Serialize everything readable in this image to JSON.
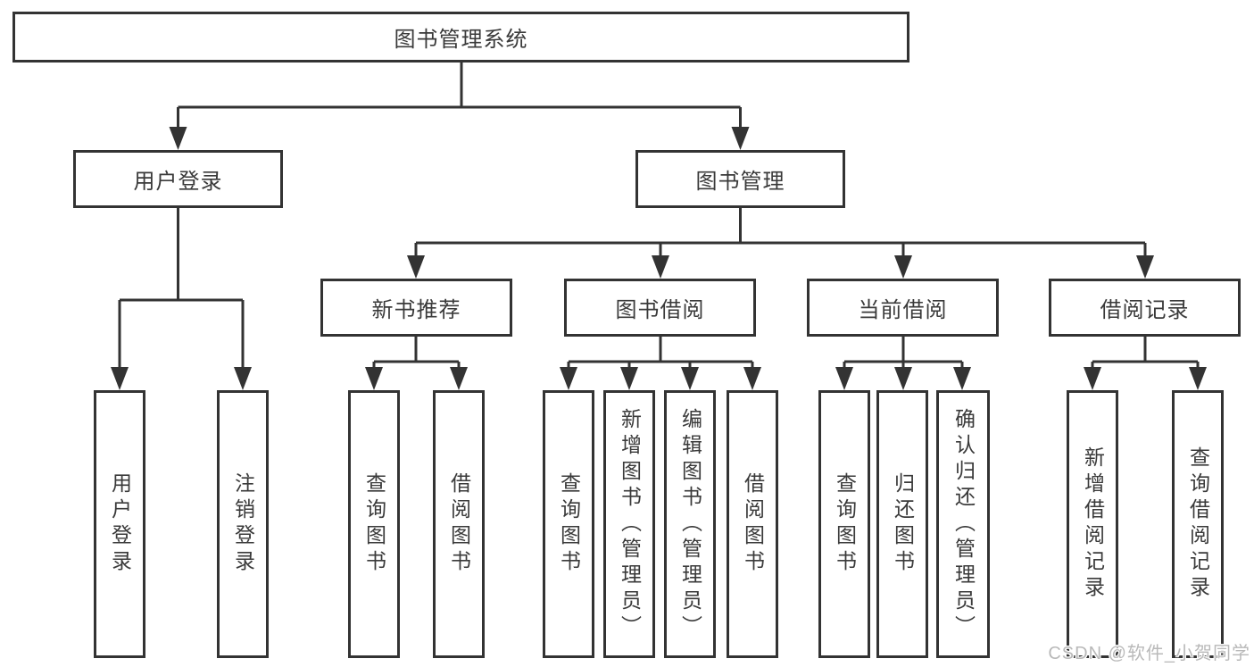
{
  "diagram": {
    "root": {
      "label": "图书管理系统"
    },
    "branches": [
      {
        "label": "用户登录",
        "children": [
          {
            "label": "用户登录"
          },
          {
            "label": "注销登录"
          }
        ]
      },
      {
        "label": "图书管理",
        "children": [
          {
            "label": "新书推荐",
            "children": [
              {
                "label": "查询图书"
              },
              {
                "label": "借阅图书"
              }
            ]
          },
          {
            "label": "图书借阅",
            "children": [
              {
                "label": "查询图书"
              },
              {
                "label": "新增图书（管理员）"
              },
              {
                "label": "编辑图书（管理员）"
              },
              {
                "label": "借阅图书"
              }
            ]
          },
          {
            "label": "当前借阅",
            "children": [
              {
                "label": "查询图书"
              },
              {
                "label": "归还图书"
              },
              {
                "label": "确认归还（管理员）"
              }
            ]
          },
          {
            "label": "借阅记录",
            "children": [
              {
                "label": "新增借阅记录"
              },
              {
                "label": "查询借阅记录"
              }
            ]
          }
        ]
      }
    ]
  },
  "watermark": {
    "text": "CSDN @软件_小贺同学"
  },
  "colors": {
    "line": "#333333",
    "text": "#3a3a3a",
    "background": "#ffffff",
    "watermark": "#b9b9b9"
  }
}
